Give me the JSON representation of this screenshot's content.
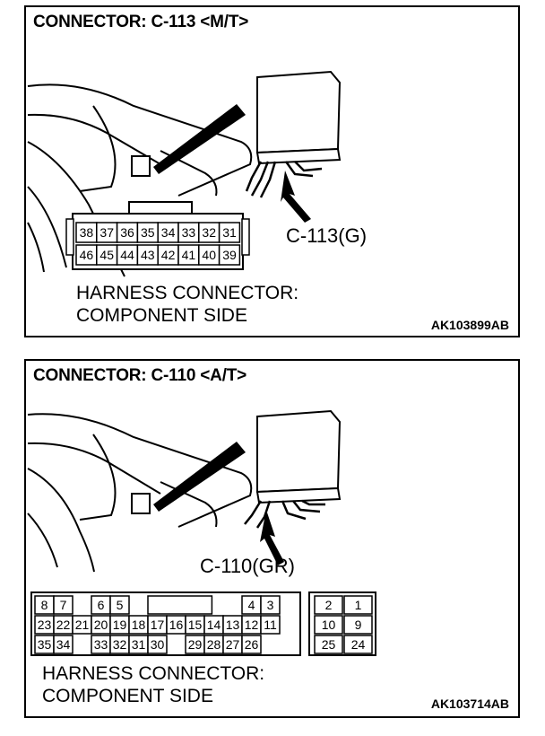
{
  "panels": [
    {
      "title": "CONNECTOR: C-113 <M/T>",
      "callout": "C-113(G)",
      "harness_line1": "HARNESS CONNECTOR:",
      "harness_line2": "COMPONENT SIDE",
      "code": "AK103899AB",
      "pins_top": [
        "38",
        "37",
        "36",
        "35",
        "34",
        "33",
        "32",
        "31"
      ],
      "pins_bottom": [
        "46",
        "45",
        "44",
        "43",
        "42",
        "41",
        "40",
        "39"
      ]
    },
    {
      "title": "CONNECTOR: C-110 <A/T>",
      "callout": "C-110(GR)",
      "harness_line1": "HARNESS CONNECTOR:",
      "harness_line2": "COMPONENT SIDE",
      "code": "AK103714AB",
      "pins_top": [
        "8",
        "7",
        "6",
        "5",
        "4",
        "3",
        "2",
        "1"
      ],
      "pins_mid": [
        "23",
        "22",
        "21",
        "20",
        "19",
        "18",
        "17",
        "16",
        "15",
        "14",
        "13",
        "12",
        "11",
        "10",
        "9"
      ],
      "pins_bottom": [
        "35",
        "34",
        "33",
        "32",
        "31",
        "30",
        "29",
        "28",
        "27",
        "26",
        "25",
        "24"
      ]
    }
  ]
}
